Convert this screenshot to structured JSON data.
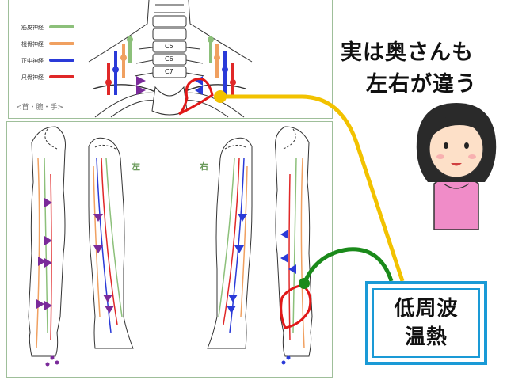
{
  "legend": [
    {
      "label": "筋皮神経",
      "color": "#8cc07a"
    },
    {
      "label": "橈骨神経",
      "color": "#f0a060"
    },
    {
      "label": "正中神経",
      "color": "#2a3ad8"
    },
    {
      "label": "尺骨神経",
      "color": "#e02828"
    }
  ],
  "neck": {
    "caption": "<首・腕・手>",
    "vertebrae": [
      "C5",
      "C6",
      "C7"
    ]
  },
  "arms": {
    "left_label": "左",
    "right_label": "右"
  },
  "headline": {
    "line1": "実は奥さんも",
    "line2": "左右が違う"
  },
  "treatment": {
    "line1": "低周波",
    "line2": "温熱"
  },
  "colors": {
    "pointer_yellow": "#f2c200",
    "pointer_green": "#1a8a1a",
    "highlight_red": "#e01818",
    "box_blue": "#1a9ad6"
  }
}
